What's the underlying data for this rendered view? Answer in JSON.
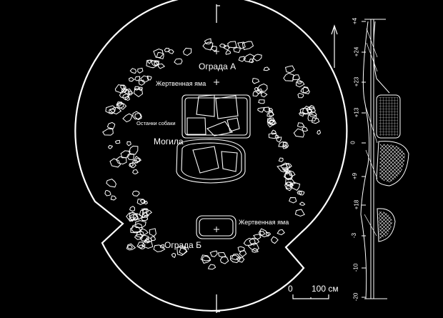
{
  "labels": {
    "enclosure_a": "Ограда А",
    "sacrificial_pit_upper": "Жертвенная яма",
    "dog_remains": "Останки собаки",
    "grave": "Могила",
    "sacrificial_pit_lower": "Жертвенная яма",
    "enclosure_b": "Ограда Б"
  },
  "scale_bar": {
    "start": "0",
    "end": "100 см"
  },
  "profile": {
    "ticks": [
      "+4",
      "+24",
      "+23",
      "+13",
      "0",
      "+9",
      "+18",
      "-3",
      "-10",
      "-20"
    ]
  },
  "colors": {
    "background": "#000000",
    "line": "#ffffff"
  }
}
